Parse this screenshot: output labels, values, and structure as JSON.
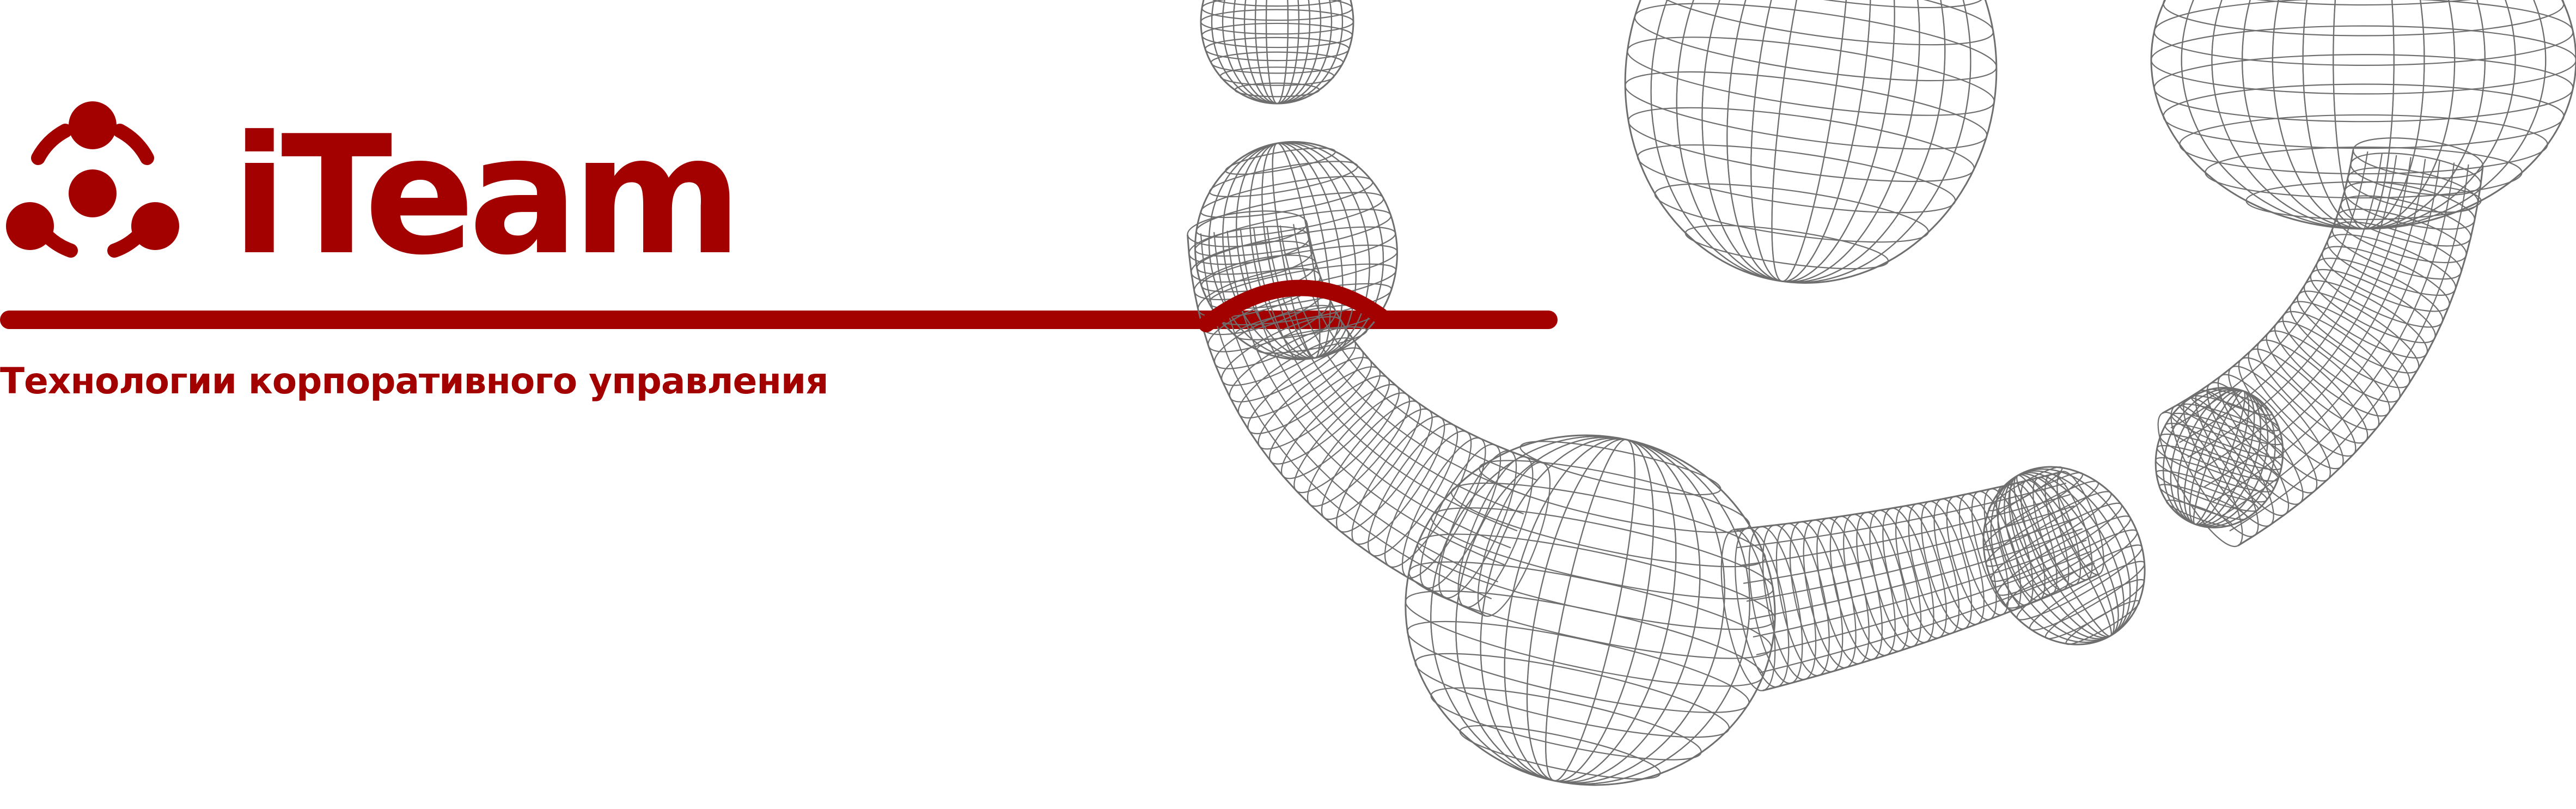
{
  "brand": {
    "name": "iTeam",
    "tagline": "Технологии корпоративного управления"
  },
  "colors": {
    "brand_red": "#a30000",
    "background": "#ffffff",
    "wireframe_stroke": "#6e6e6e"
  },
  "icons": {
    "logo": "three-nodes-circle-icon",
    "decoration": "wireframe-tube-illustration"
  }
}
